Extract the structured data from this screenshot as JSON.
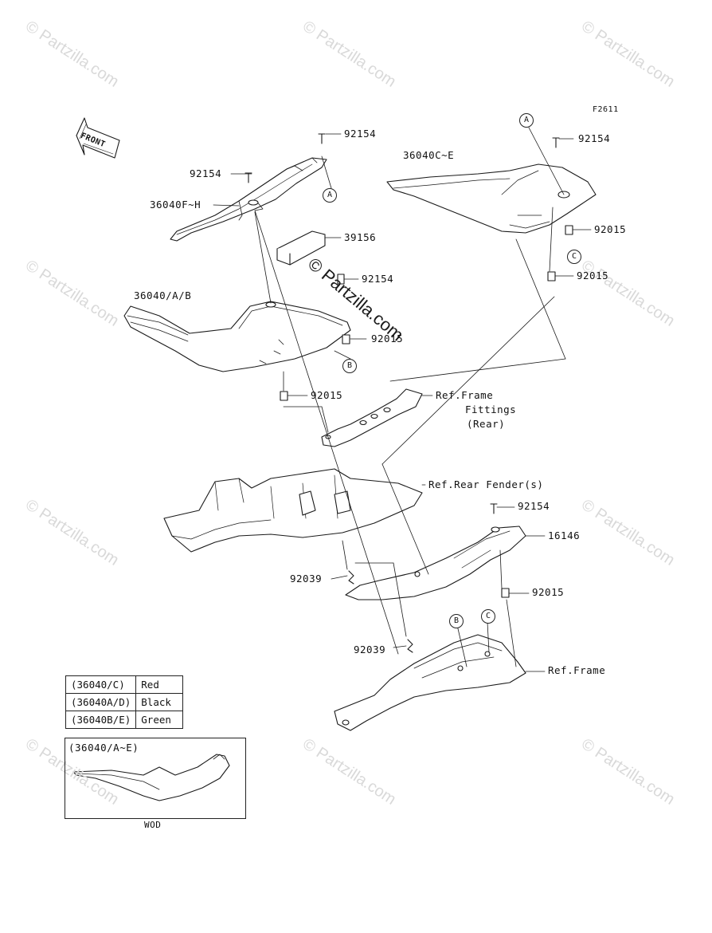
{
  "figure_code": "F2611",
  "front_arrow_label": "FRONT",
  "center_watermark": "© Partzilla.com",
  "watermark": "© Partzilla.com",
  "callouts": {
    "p92154_a": "92154",
    "p92154_b": "92154",
    "p36040fh": "36040F~H",
    "p39156": "39156",
    "p92154_c": "92154",
    "p36040ab": "36040/A/B",
    "p92015_a": "92015",
    "p92015_b": "92015",
    "p36040ce": "36040C~E",
    "p92154_d": "92154",
    "p92015_c": "92015",
    "p92015_d": "92015",
    "ref_frame_fittings_1": "Ref.Frame",
    "ref_frame_fittings_2": "Fittings",
    "ref_frame_fittings_3": "(Rear)",
    "ref_rear_fender": "Ref.Rear Fender(s)",
    "p92154_e": "92154",
    "p16146": "16146",
    "p92039_a": "92039",
    "p92015_e": "92015",
    "p92039_b": "92039",
    "ref_frame": "Ref.Frame"
  },
  "markers": {
    "a1": "A",
    "a2": "A",
    "b1": "B",
    "b2": "B",
    "c1": "C",
    "c2": "C"
  },
  "color_table": [
    {
      "code": "(36040/C)",
      "color": "Red"
    },
    {
      "code": "(36040A/D)",
      "color": "Black"
    },
    {
      "code": "(36040B/E)",
      "color": "Green"
    }
  ],
  "inset": {
    "title": "(36040/A~E)",
    "caption": "WOD"
  }
}
